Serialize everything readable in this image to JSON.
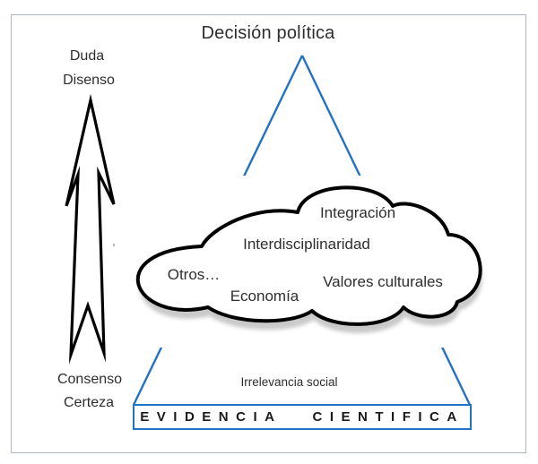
{
  "title": "Decisión política",
  "axis": {
    "top": [
      "Duda",
      "Disenso"
    ],
    "bottom": [
      "Consenso",
      "Certeza"
    ]
  },
  "cloud": {
    "items": {
      "integracion": "Integración",
      "interdisciplinaridad": "Interdisciplinaridad",
      "otros": "Otros…",
      "economia": "Economía",
      "valores_culturales": "Valores culturales"
    }
  },
  "base": {
    "inner_label": "Irrelevancia social",
    "box_label": "EVIDENCIA CIENTIFICA"
  },
  "colors": {
    "triangle_blue": "#2272c5",
    "shape_outline": "#000000",
    "cloud_fill": "#ffffff",
    "cloud_shadow": "#c9c9c9",
    "frame_border": "#aeb4c6",
    "text_dark": "#2e2e2e"
  }
}
